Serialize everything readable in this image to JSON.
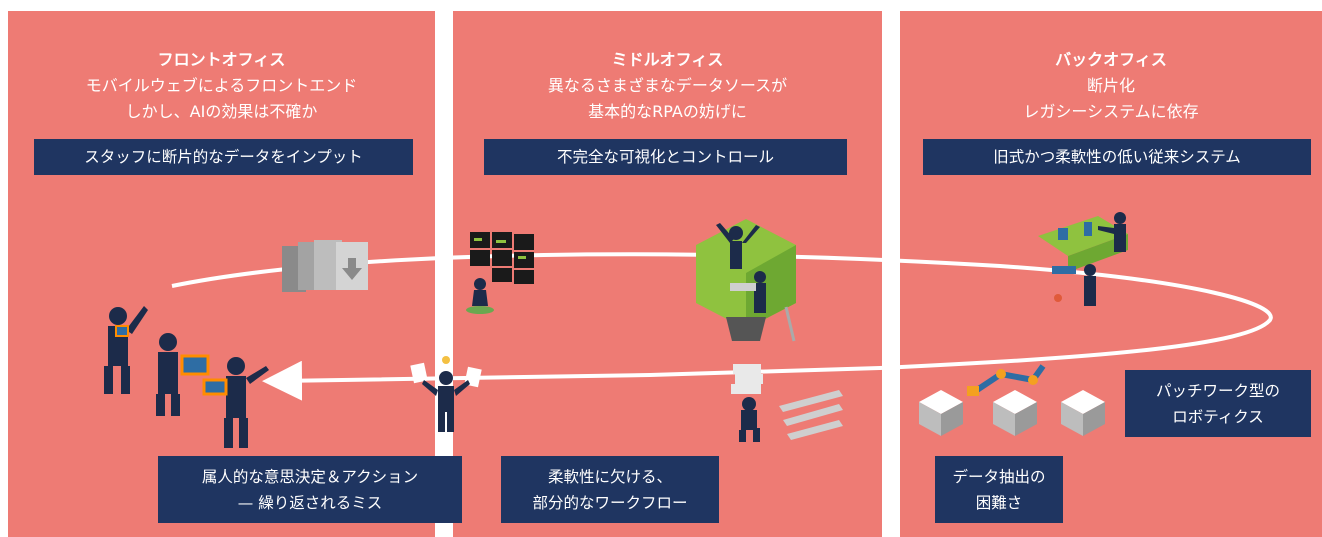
{
  "colors": {
    "panel": "#ee7b74",
    "label_box": "#1f3561",
    "text_light": "#ffffff",
    "figure": "#1c2b4a",
    "accent_green": "#8fc23f"
  },
  "front": {
    "title": "フロントオフィス",
    "line1": "モバイルウェブによるフロントエンド",
    "line2": "しかし、AIの効果は不確か",
    "issue": "スタッフに断片的なデータをインプット",
    "bottom1": "属人的な意思決定＆アクション",
    "bottom2": "— 繰り返されるミス"
  },
  "middle": {
    "title": "ミドルオフィス",
    "line1": "異なるさまざまなデータソースが",
    "line2": "基本的なRPAの妨げに",
    "issue": "不完全な可視化とコントロール",
    "bottom1": "柔軟性に欠ける、",
    "bottom2": "部分的なワークフロー"
  },
  "back": {
    "title": "バックオフィス",
    "line1": "断片化",
    "line2": "レガシーシステムに依存",
    "issue": "旧式かつ柔軟性の低い従来システム",
    "side1": "パッチワーク型の",
    "side2": "ロボティクス",
    "bottom1": "データ抽出の",
    "bottom2": "困難さ"
  },
  "icons": [
    "file-cabinet-icon",
    "monitor-wall-icon",
    "team-cube-icon",
    "workers-table-icon",
    "team-tablet-icon",
    "person-papers-icon",
    "person-carrying-icon",
    "robot-boxes-icon"
  ]
}
